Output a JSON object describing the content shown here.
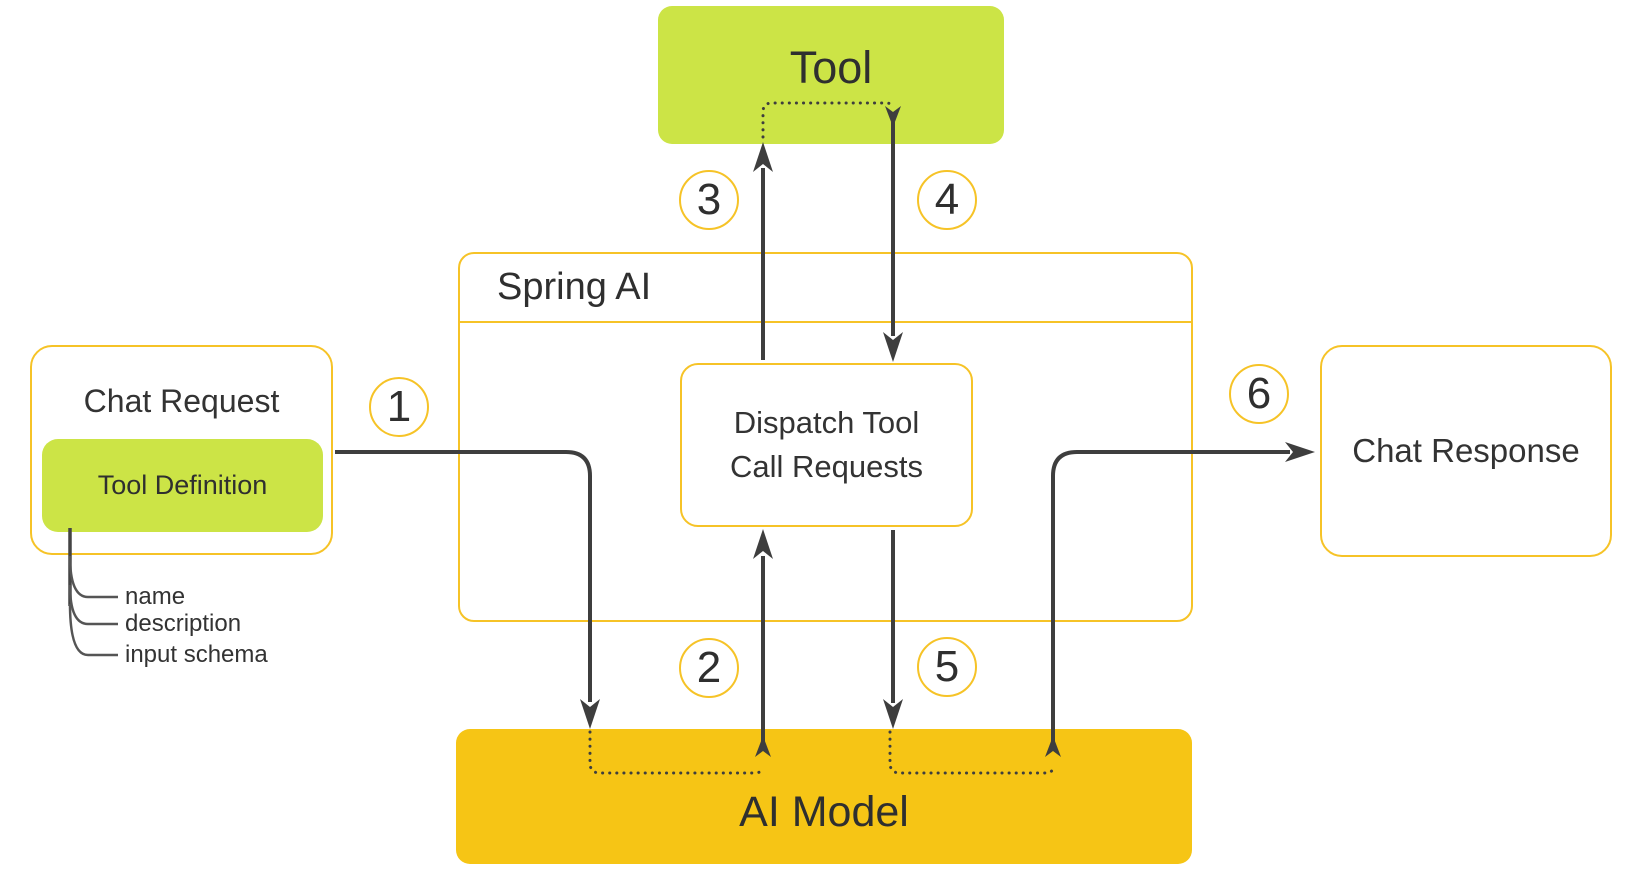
{
  "boxes": {
    "tool": "Tool",
    "spring_ai": "Spring AI",
    "dispatch": "Dispatch Tool Call Requests",
    "chat_request": "Chat Request",
    "tool_definition": "Tool Definition",
    "chat_response": "Chat Response",
    "ai_model": "AI Model"
  },
  "tool_definition_fields": [
    "name",
    "description",
    "input schema"
  ],
  "steps": [
    "1",
    "2",
    "3",
    "4",
    "5",
    "6"
  ],
  "colors": {
    "green": "#CCE446",
    "gold": "#F6C515",
    "outline_yellow": "#F6C327",
    "line_dark": "#3E3E3E",
    "text_dark": "#333333"
  }
}
